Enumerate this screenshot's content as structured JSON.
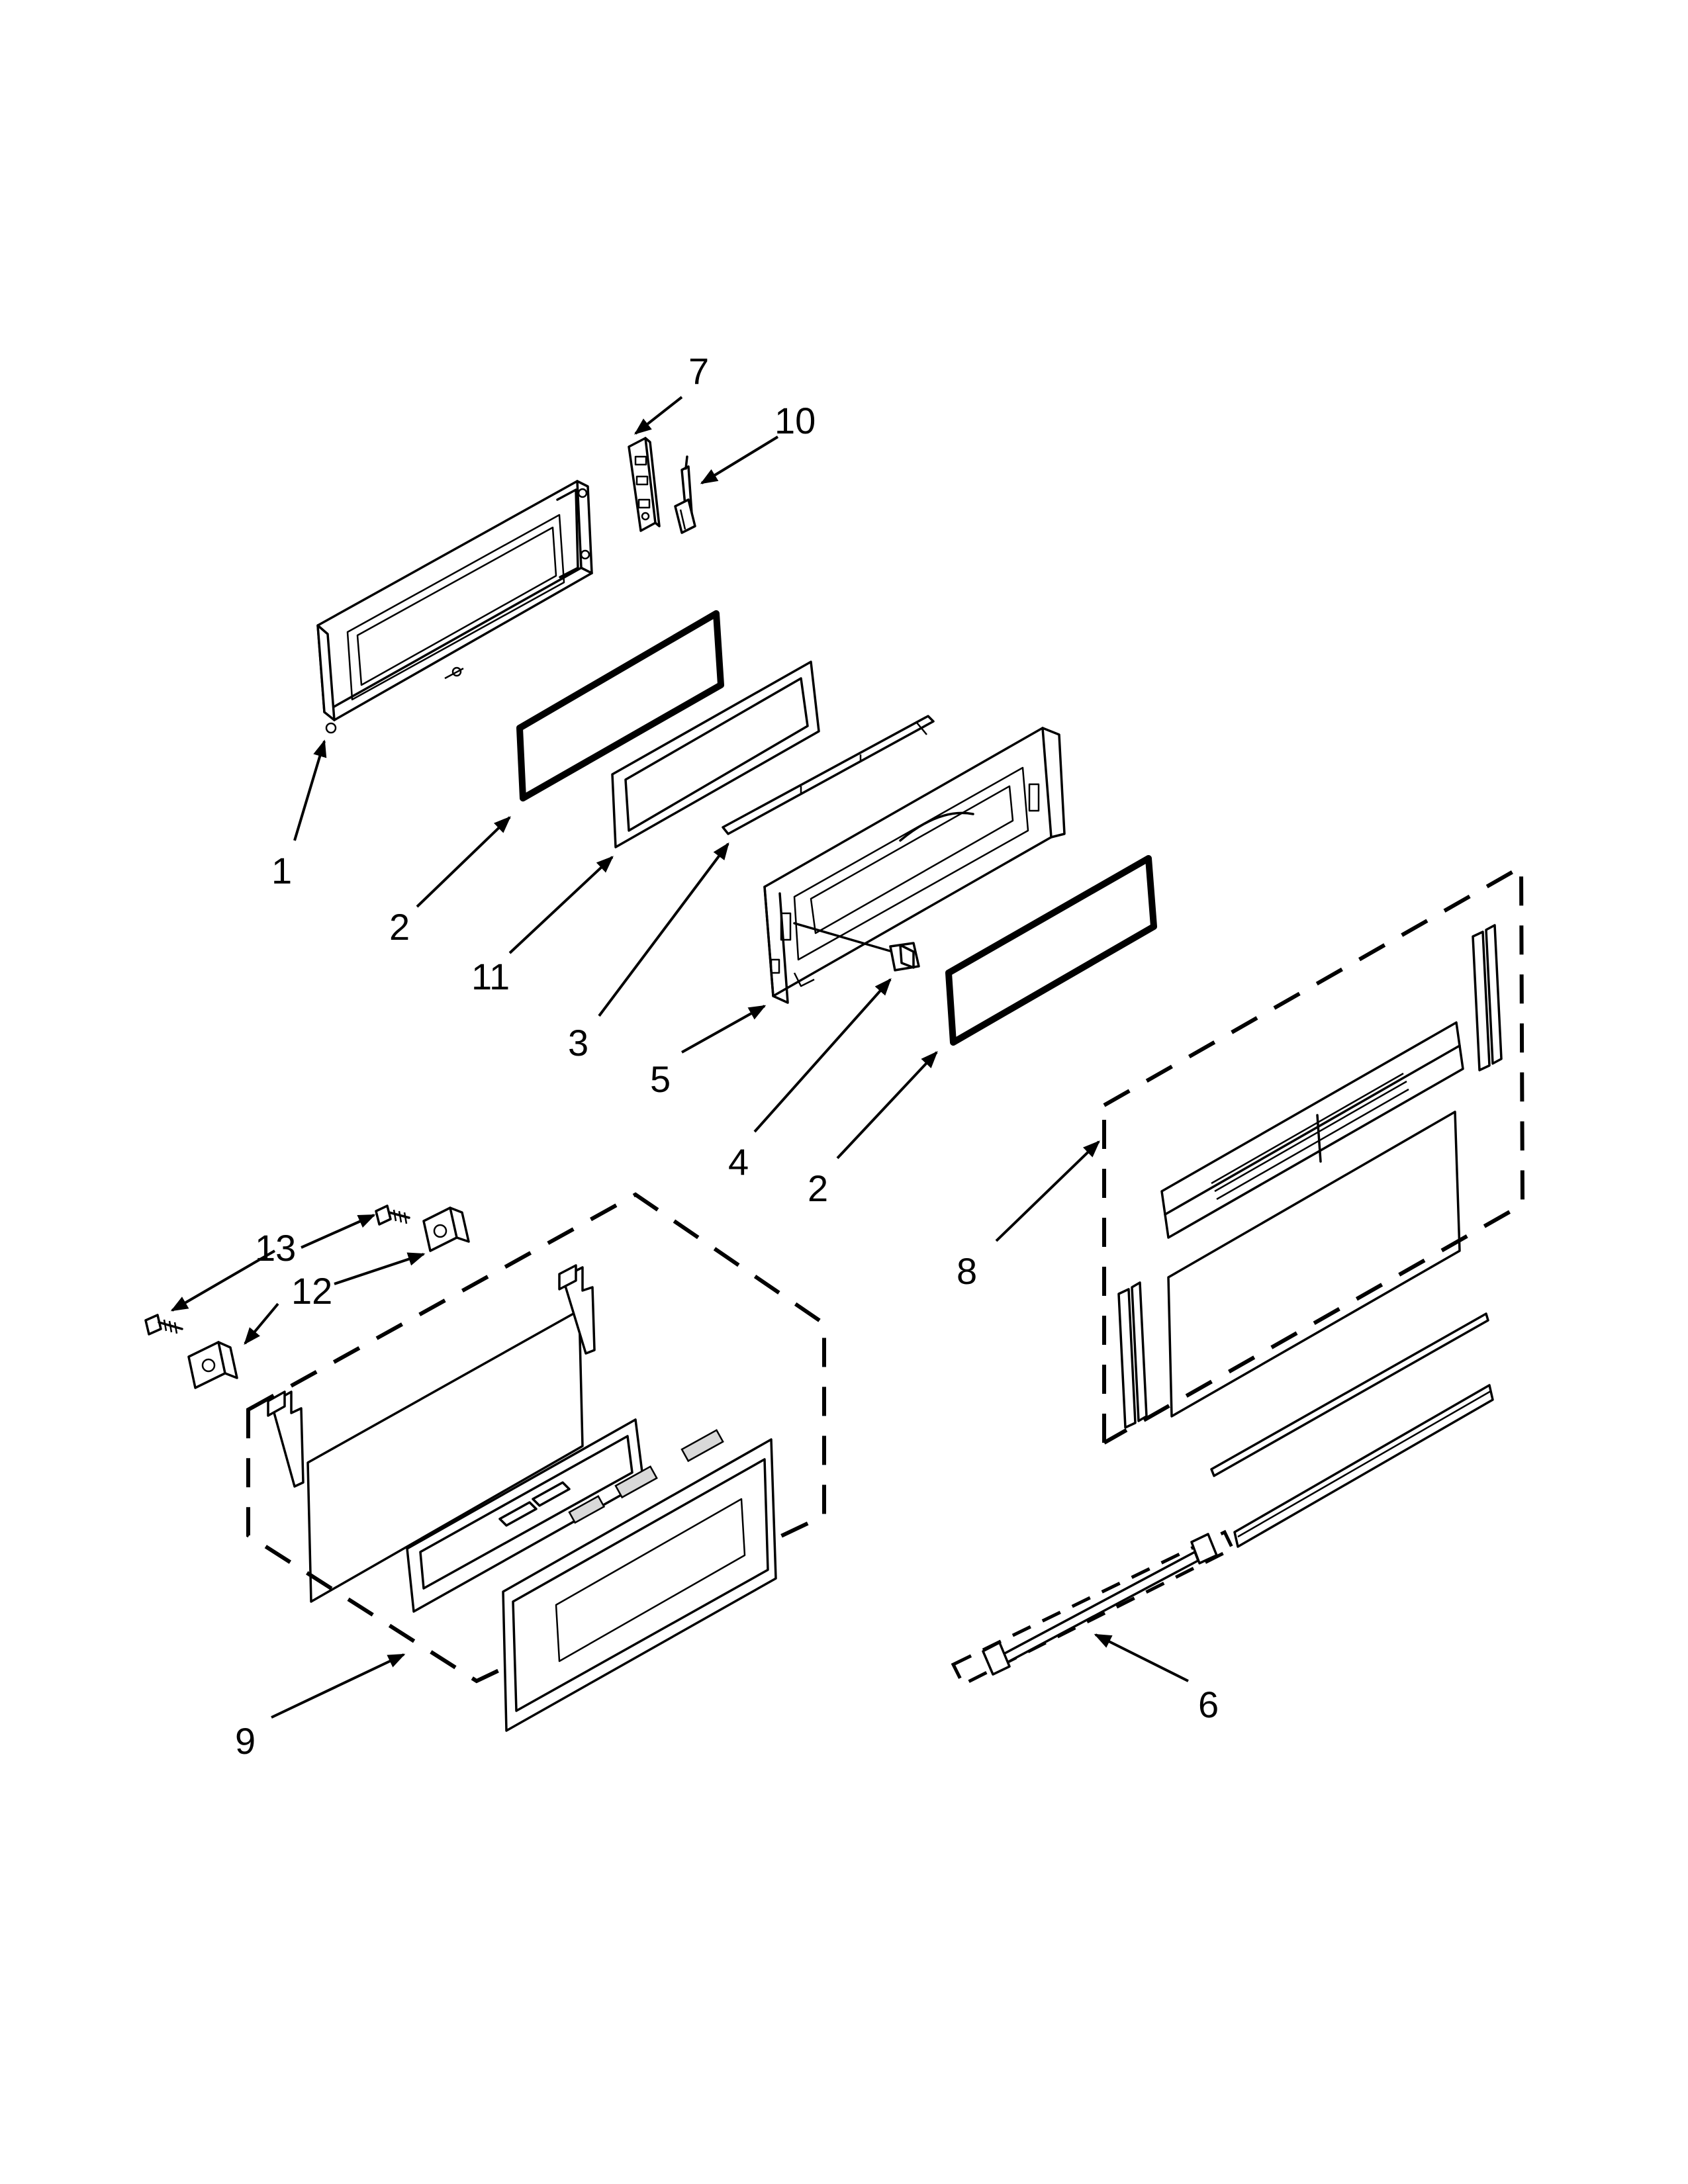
{
  "diagram": {
    "callouts": [
      {
        "id": "c1",
        "text": "1"
      },
      {
        "id": "c2a",
        "text": "2"
      },
      {
        "id": "c2b",
        "text": "2"
      },
      {
        "id": "c3",
        "text": "3"
      },
      {
        "id": "c4",
        "text": "4"
      },
      {
        "id": "c5",
        "text": "5"
      },
      {
        "id": "c6",
        "text": "6"
      },
      {
        "id": "c7",
        "text": "7"
      },
      {
        "id": "c8",
        "text": "8"
      },
      {
        "id": "c9",
        "text": "9"
      },
      {
        "id": "c10",
        "text": "10"
      },
      {
        "id": "c11",
        "text": "11"
      },
      {
        "id": "c12",
        "text": "12"
      },
      {
        "id": "c13",
        "text": "13"
      }
    ]
  }
}
